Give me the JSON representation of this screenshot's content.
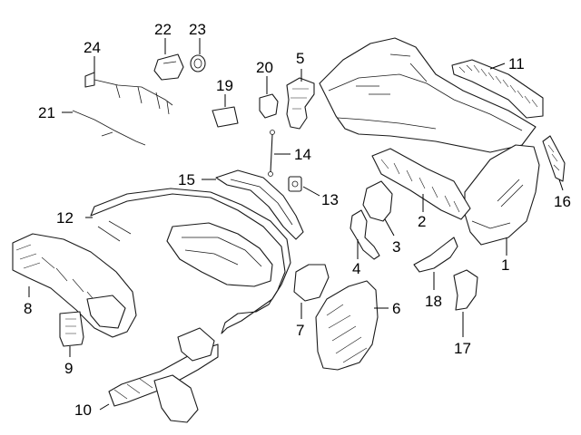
{
  "colors": {
    "line": "#1a1a1a",
    "label": "#000000",
    "background": "#ffffff"
  },
  "callouts": [
    {
      "id": "p1",
      "text": "1"
    },
    {
      "id": "p2",
      "text": "2"
    },
    {
      "id": "p3",
      "text": "3"
    },
    {
      "id": "p4",
      "text": "4"
    },
    {
      "id": "p5",
      "text": "5"
    },
    {
      "id": "p6",
      "text": "6"
    },
    {
      "id": "p7",
      "text": "7"
    },
    {
      "id": "p8",
      "text": "8"
    },
    {
      "id": "p9",
      "text": "9"
    },
    {
      "id": "p10",
      "text": "10"
    },
    {
      "id": "p11",
      "text": "11"
    },
    {
      "id": "p12",
      "text": "12"
    },
    {
      "id": "p13",
      "text": "13"
    },
    {
      "id": "p14",
      "text": "14"
    },
    {
      "id": "p15",
      "text": "15"
    },
    {
      "id": "p16",
      "text": "16"
    },
    {
      "id": "p17",
      "text": "17"
    },
    {
      "id": "p18",
      "text": "18"
    },
    {
      "id": "p19",
      "text": "19"
    },
    {
      "id": "p20",
      "text": "20"
    },
    {
      "id": "p21",
      "text": "21"
    },
    {
      "id": "p22",
      "text": "22"
    },
    {
      "id": "p23",
      "text": "23"
    },
    {
      "id": "p24",
      "text": "24"
    }
  ]
}
